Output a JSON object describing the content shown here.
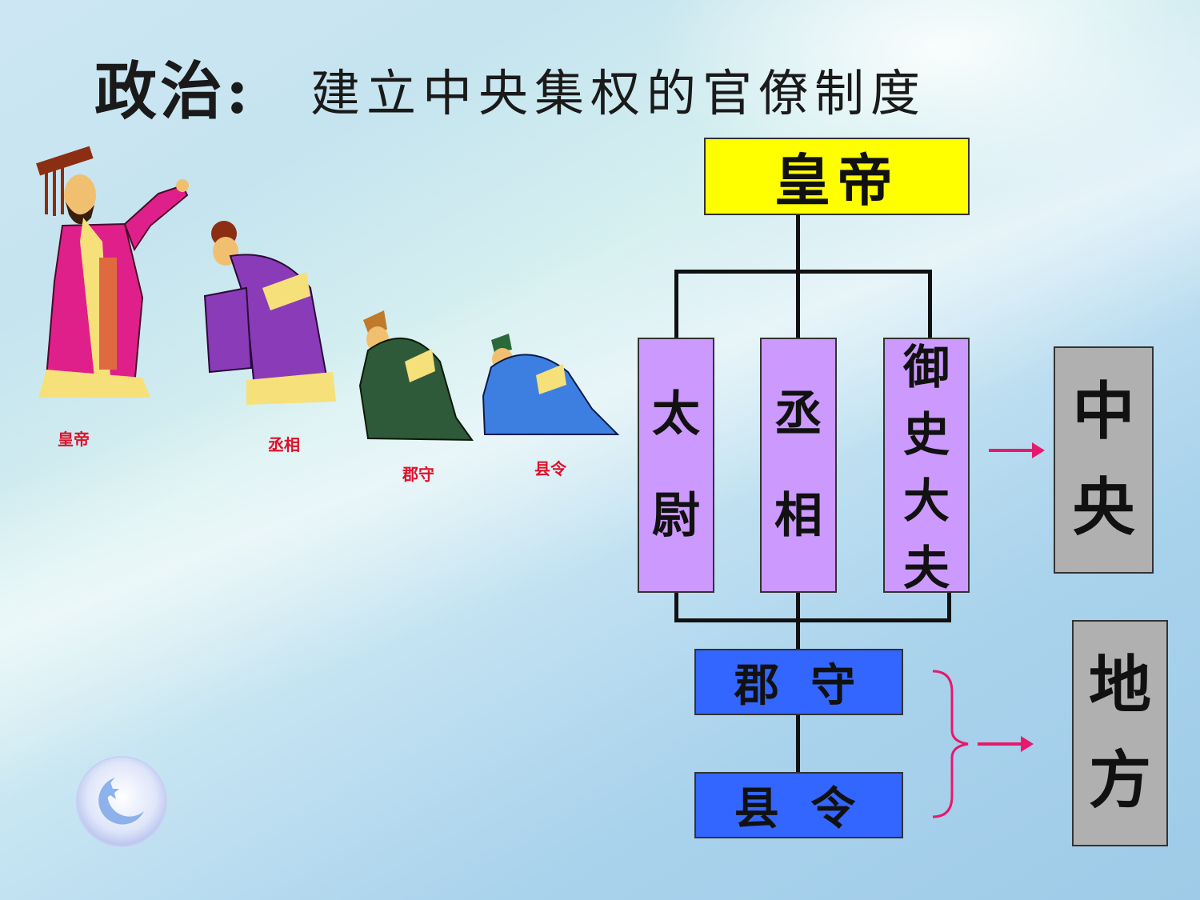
{
  "title": {
    "main": "政治:",
    "sub": "建立中央集权的官僚制度"
  },
  "figures": {
    "emperor_label": "皇帝",
    "chancellor_label": "丞相",
    "governor_label": "郡守",
    "magistrate_label": "县令"
  },
  "org_chart": {
    "emperor": "皇帝",
    "taiwei": "太尉",
    "chengxiang": "丞相",
    "yushidafu": "御史大夫",
    "junshou": "郡 守",
    "xianling": "县 令"
  },
  "categories": {
    "central": "中央",
    "local": "地方"
  },
  "colors": {
    "emperor_box": "#ffff00",
    "central_box": "#cc99ff",
    "local_box": "#3366ff",
    "category_box": "#b0b0b0",
    "arrow": "#e8186d",
    "label_red": "#e0102a"
  },
  "icons": {
    "logo": "moon-star-icon"
  }
}
